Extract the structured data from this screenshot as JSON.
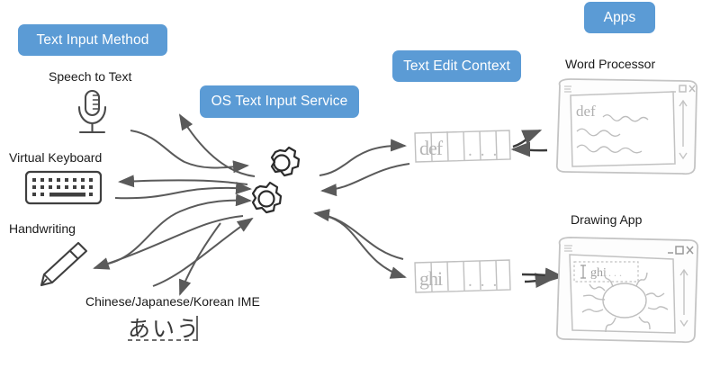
{
  "diagram": {
    "title_boxes": [
      {
        "id": "text-input-method",
        "label": "Text Input Method"
      },
      {
        "id": "os-text-input-service",
        "label": "OS Text Input Service"
      },
      {
        "id": "text-edit-context",
        "label": "Text Edit Context"
      },
      {
        "id": "apps",
        "label": "Apps"
      }
    ],
    "input_methods": [
      {
        "id": "speech-to-text",
        "label": "Speech to Text",
        "icon": "microphone-icon"
      },
      {
        "id": "virtual-keyboard",
        "label": "Virtual Keyboard",
        "icon": "keyboard-icon"
      },
      {
        "id": "handwriting",
        "label": "Handwriting",
        "icon": "pencil-icon"
      },
      {
        "id": "cjk-ime",
        "label": "Chinese/Japanese/Korean IME",
        "icon": "ime-text-icon",
        "sample_text": "あいう"
      }
    ],
    "service": {
      "id": "os-text-input-service-gears",
      "icon": "gears-icon",
      "gear_count": 2
    },
    "contexts": [
      {
        "id": "context-def",
        "text": "def",
        "ellipsis": "...",
        "cell_count": 6
      },
      {
        "id": "context-ghi",
        "text": "ghi",
        "ellipsis": "...",
        "cell_count": 6
      }
    ],
    "apps": [
      {
        "id": "word-processor",
        "label": "Word Processor",
        "window_controls": "_ □ ×",
        "document_text": "def",
        "scrollbar": {
          "up": "↑",
          "down": "∨"
        }
      },
      {
        "id": "drawing-app",
        "label": "Drawing App",
        "window_controls": "_ □ ×",
        "textbox_text": "ghi",
        "sketch": "sun-sketch",
        "scrollbar": {
          "up": "↑",
          "down": "∨"
        }
      }
    ],
    "colors": {
      "accent_blue": "#5B9BD5",
      "arrow_gray": "#5a5a5a",
      "icon_dark": "#3f3f3f",
      "sketch_gray": "#b9b9b9",
      "text_dark": "#1a1a1a"
    }
  }
}
